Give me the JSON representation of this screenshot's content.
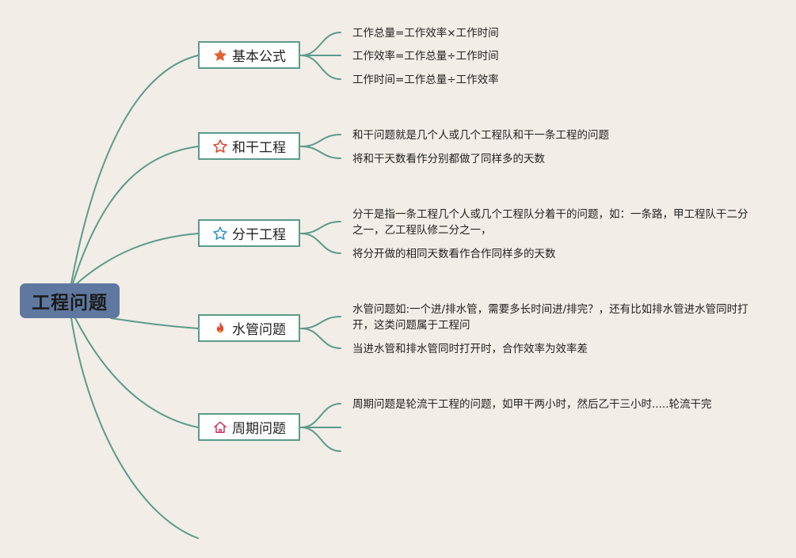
{
  "root": {
    "title": "工程问题"
  },
  "icons": {
    "branch_1": "star-filled-orange",
    "branch_2": "star-outline-red",
    "branch_3": "star-outline-blue",
    "branch_4": "flame",
    "branch_5": "house"
  },
  "colors": {
    "background": "#f2ede7",
    "root": "#5f78a0",
    "connector": "#5b9b8b"
  },
  "branches": [
    {
      "label": "基本公式",
      "leaves": [
        "工作总量=工作效率×工作时间",
        "工作效率=工作总量÷工作时间",
        "工作时间=工作总量÷工作效率"
      ]
    },
    {
      "label": "和干工程",
      "leaves": [
        "和干问题就是几个人或几个工程队和干一条工程的问题",
        "将和干天数看作分别都做了同样多的天数"
      ]
    },
    {
      "label": "分干工程",
      "leaves": [
        "分干是指一条工程几个人或几个工程队分着干的问题，如：一条路，甲工程队干二分之一，乙工程队修二分之一，",
        "将分开做的相同天数看作合作同样多的天数"
      ]
    },
    {
      "label": "水管问题",
      "leaves": [
        "水管问题如:一个进/排水管，需要多长时间进/排完？，还有比如排水管进水管同时打开，这类问题属于工程问",
        "当进水管和排水管同时打开时，合作效率为效率差"
      ]
    },
    {
      "label": "周期问题",
      "leaves": [
        "周期问题是轮流干工程的问题，如甲干两小时，然后乙干三小时.....轮流干完"
      ]
    }
  ]
}
